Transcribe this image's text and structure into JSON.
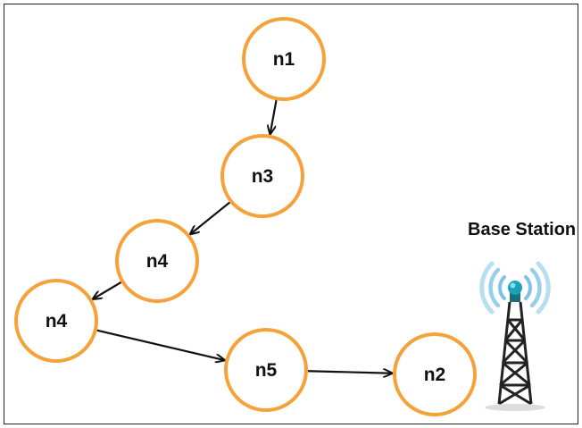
{
  "diagram": {
    "nodes": [
      {
        "id": "n1",
        "label": "n1"
      },
      {
        "id": "n3",
        "label": "n3"
      },
      {
        "id": "n4a",
        "label": "n4"
      },
      {
        "id": "n4b",
        "label": "n4"
      },
      {
        "id": "n5",
        "label": "n5"
      },
      {
        "id": "n2",
        "label": "n2"
      }
    ],
    "edges": [
      {
        "from": "n1",
        "to": "n3"
      },
      {
        "from": "n3",
        "to": "n4a"
      },
      {
        "from": "n4a",
        "to": "n4b"
      },
      {
        "from": "n4b",
        "to": "n5"
      },
      {
        "from": "n5",
        "to": "n2"
      }
    ],
    "base_station": {
      "label": "Base Station",
      "icon": "cell-tower-icon"
    },
    "colors": {
      "node_stroke": "#f5a23a",
      "edge": "#111111",
      "signal": "#7ec3e6",
      "antenna": "#1aa3b8",
      "tower": "#222222"
    }
  }
}
